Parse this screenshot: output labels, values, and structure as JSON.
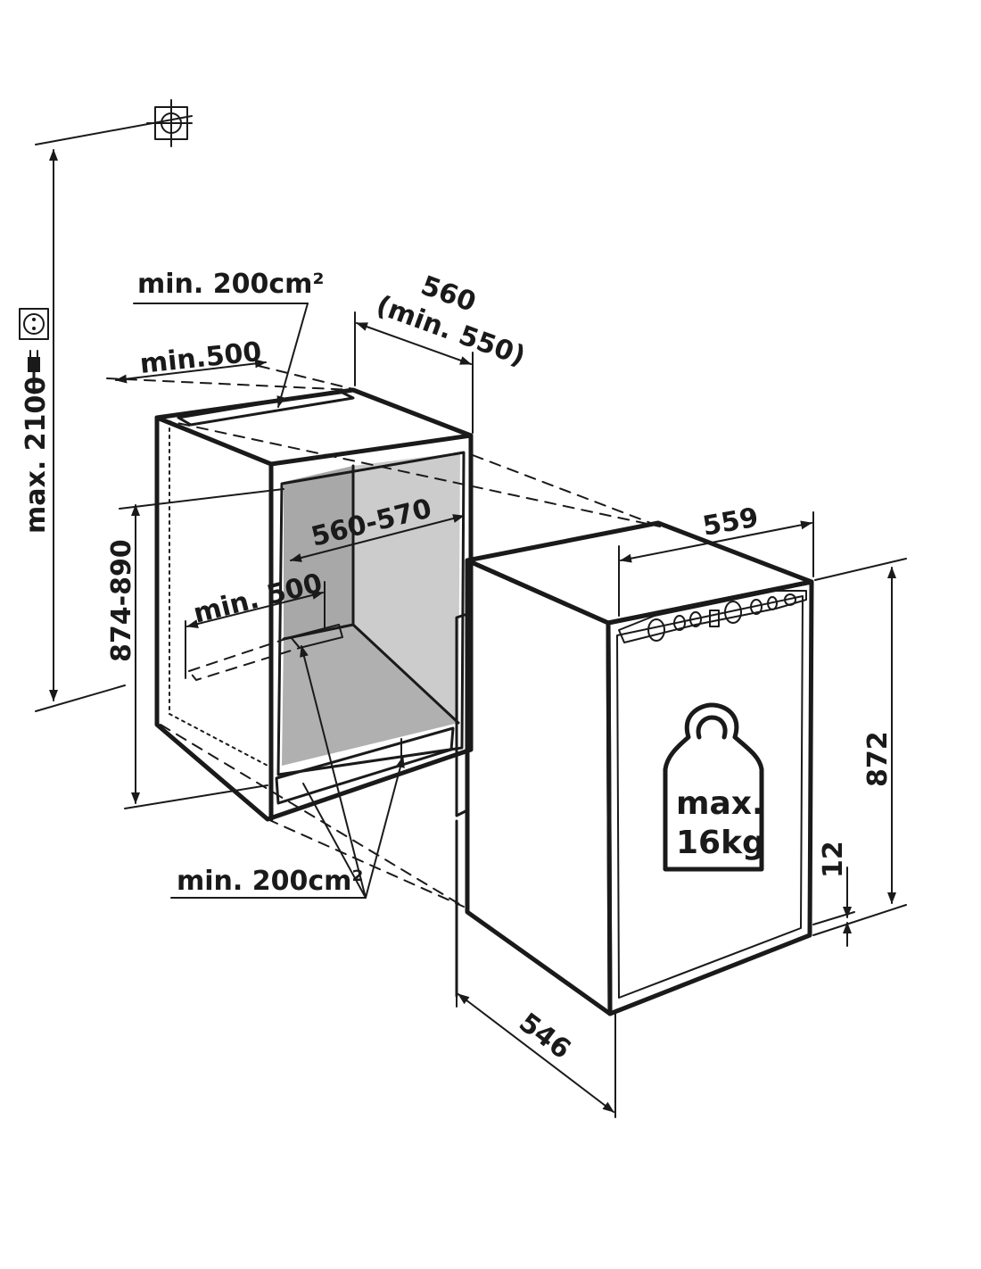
{
  "labels": {
    "max_height": "max. 2100",
    "top_vent_area": "min. 200cm²",
    "top_vent_depth": "min.500",
    "niche_depth": "560",
    "niche_depth_min": "(min. 550)",
    "niche_width": "560-570",
    "niche_height": "874-890",
    "bottom_vent_depth": "min. 500",
    "bottom_vent_area": "min. 200cm²",
    "appliance_width": "559",
    "appliance_height": "872",
    "plinth_gap": "12",
    "appliance_depth": "546",
    "max_load_line1": "max.",
    "max_load_line2": "16kg"
  },
  "icons": [
    "crosshair-mark-icon",
    "power-socket-icon",
    "power-plug-icon",
    "weight-icon"
  ]
}
